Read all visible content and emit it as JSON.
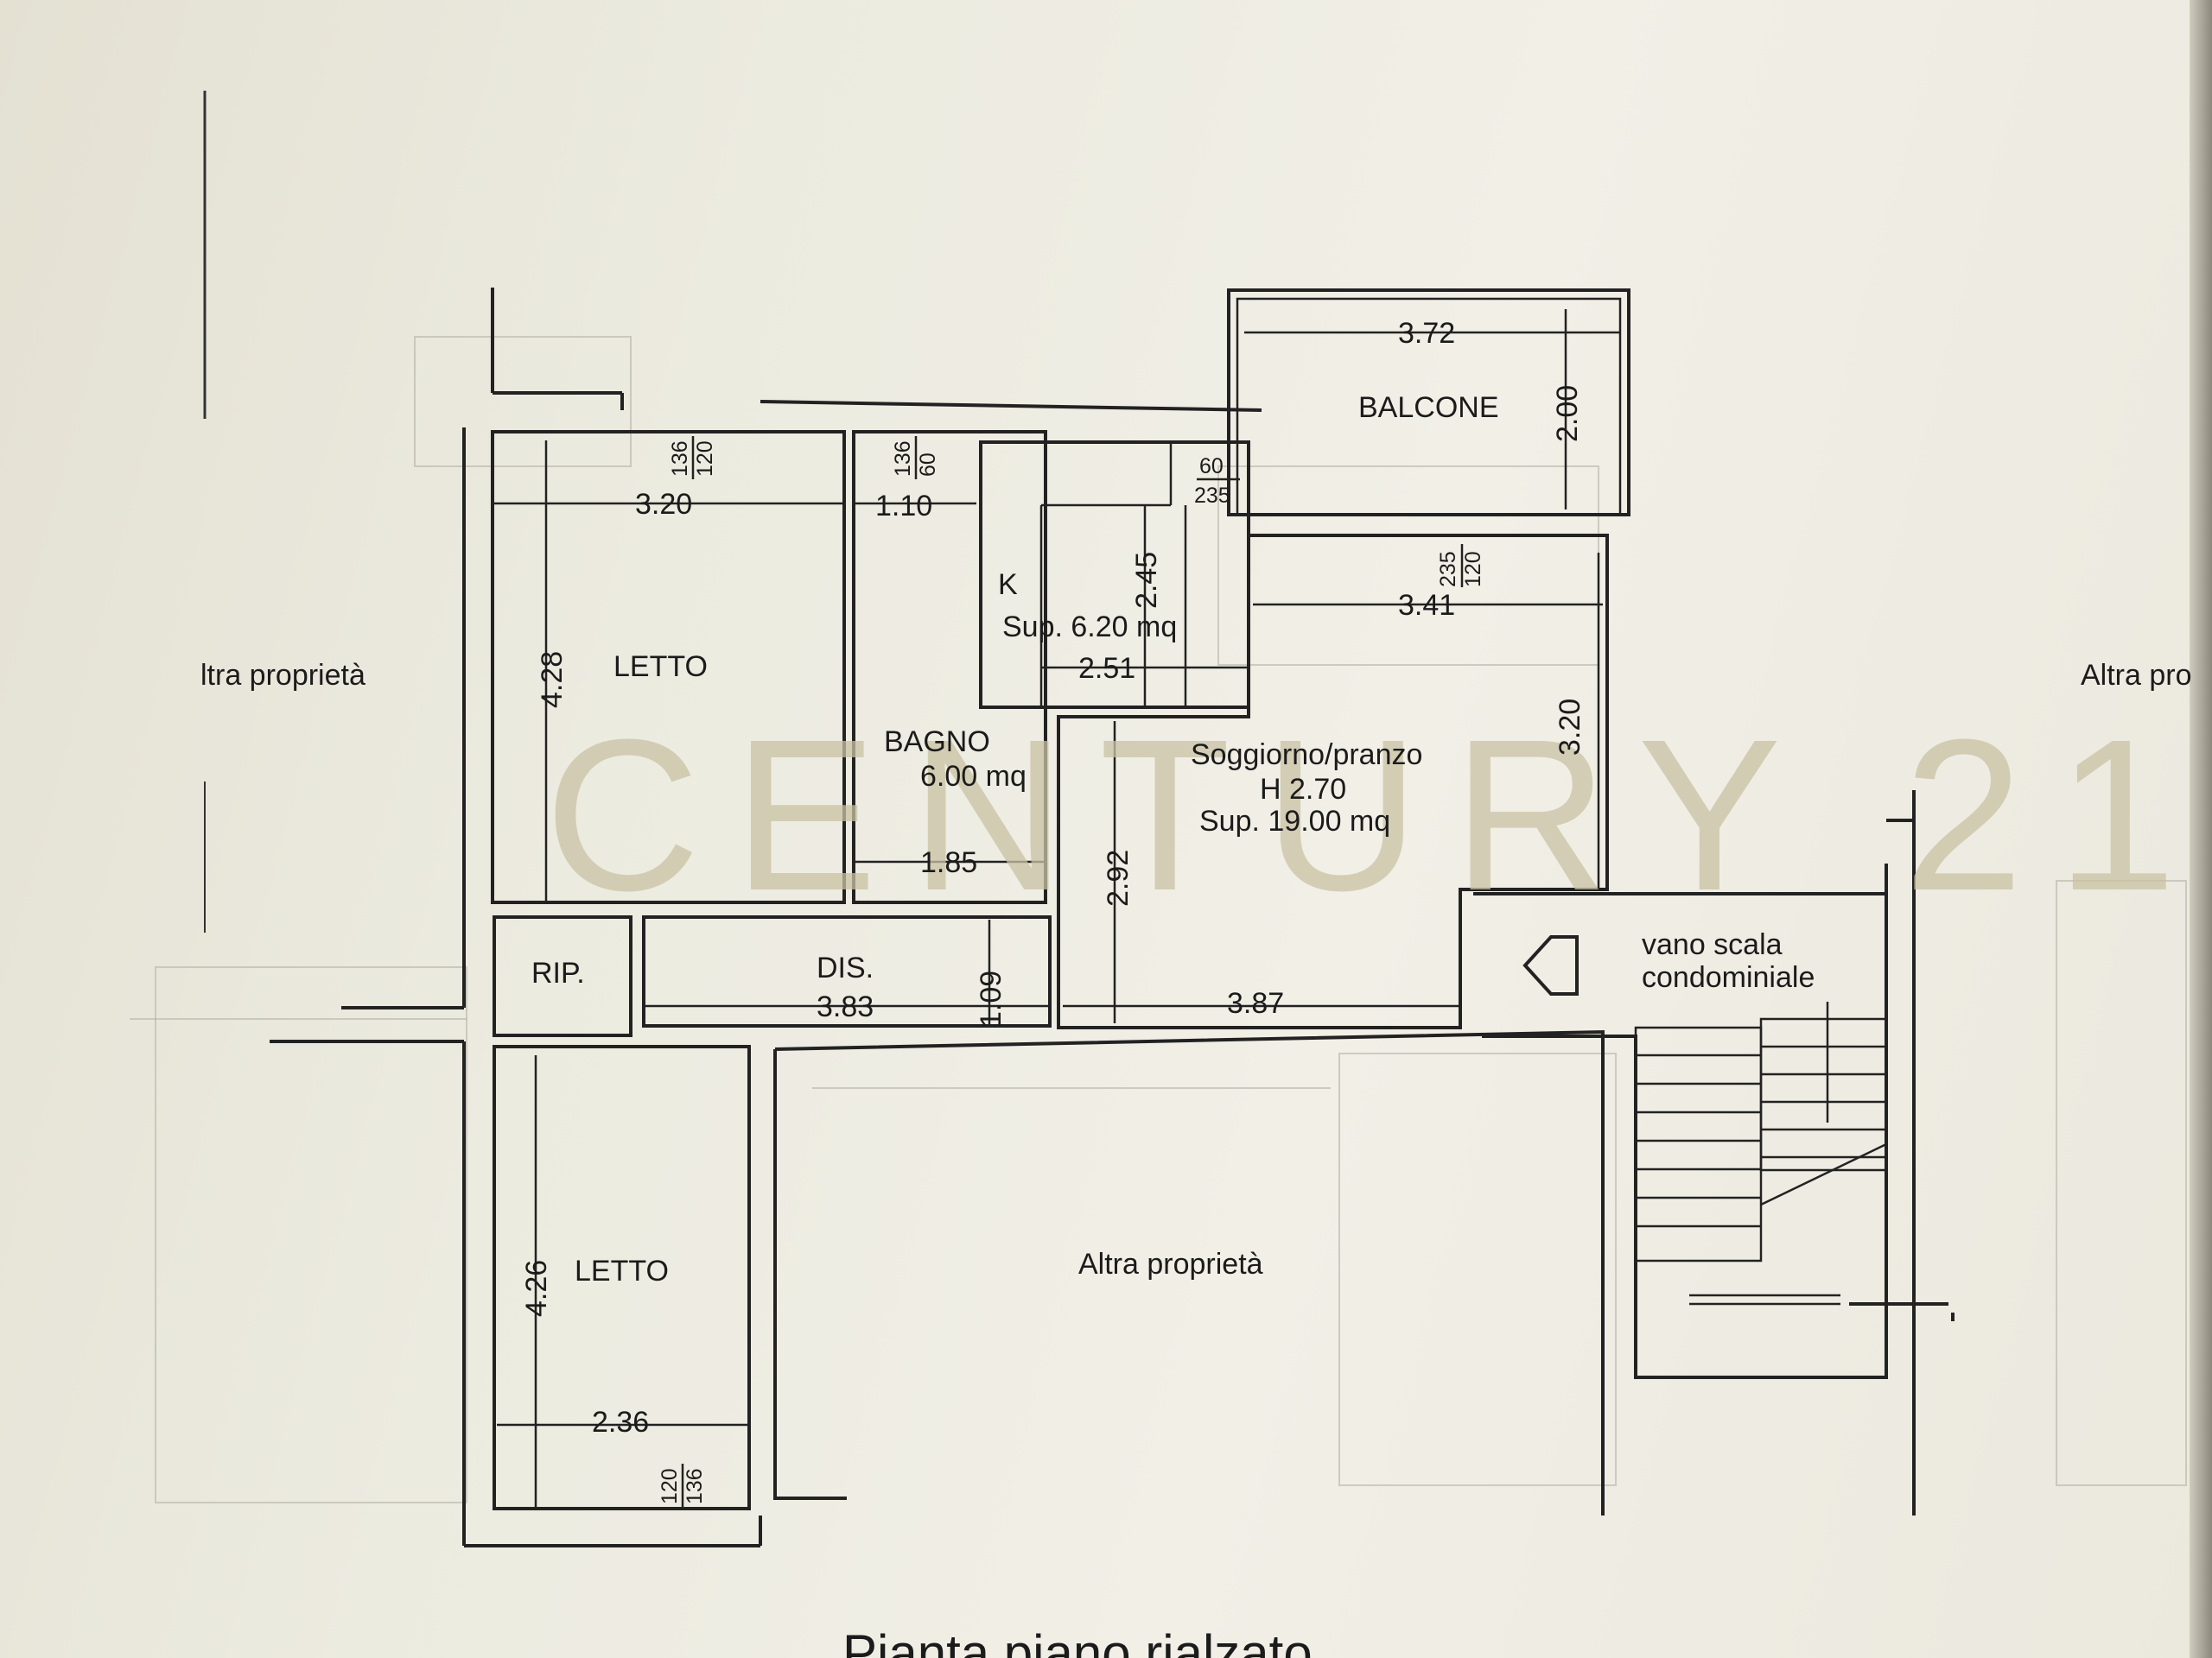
{
  "watermark": "CENTURY 21",
  "rooms": {
    "letto_top": "LETTO",
    "letto_bottom": "LETTO",
    "bagno": "BAGNO",
    "bagno_area": "6.00 mq",
    "kitchen": "K",
    "kitchen_area": "Sup. 6.20 mq",
    "balcone": "BALCONE",
    "soggiorno": "Soggiorno/pranzo",
    "soggiorno_height": "H 2.70",
    "soggiorno_area": "Sup. 19.00 mq",
    "ripostiglio": "RIP.",
    "disimpegno": "DIS.",
    "scala_line1": "vano scala",
    "scala_line2": "condominiale"
  },
  "neighbours": {
    "left": "ltra proprietà",
    "right": "Altra pro",
    "bottom": "Altra proprietà"
  },
  "dimensions": {
    "balcone_w": "3.72",
    "balcone_h": "2.00",
    "letto_top_w": "3.20",
    "letto_top_h": "4.28",
    "bagno_w_top": "1.10",
    "bagno_w": "1.85",
    "kitchen_h": "2.45",
    "kitchen_w": "2.51",
    "soggiorno_w": "3.41",
    "soggiorno_h": "3.20",
    "soggiorno_depth": "2.92",
    "dis_w": "3.83",
    "dis_h": "1.09",
    "corridor_w": "3.87",
    "letto_bottom_h": "4.26",
    "letto_bottom_w": "2.36"
  },
  "windows": {
    "w1_top": "120",
    "w1_bottom": "136",
    "w2_top": "60",
    "w2_bottom": "136",
    "w3_top": "60",
    "w3_bottom": "235",
    "w4_top": "120",
    "w4_bottom": "235",
    "w5_top": "120",
    "w5_bottom": "136"
  },
  "footer_caption_partial": "Pianta piano rialzato"
}
